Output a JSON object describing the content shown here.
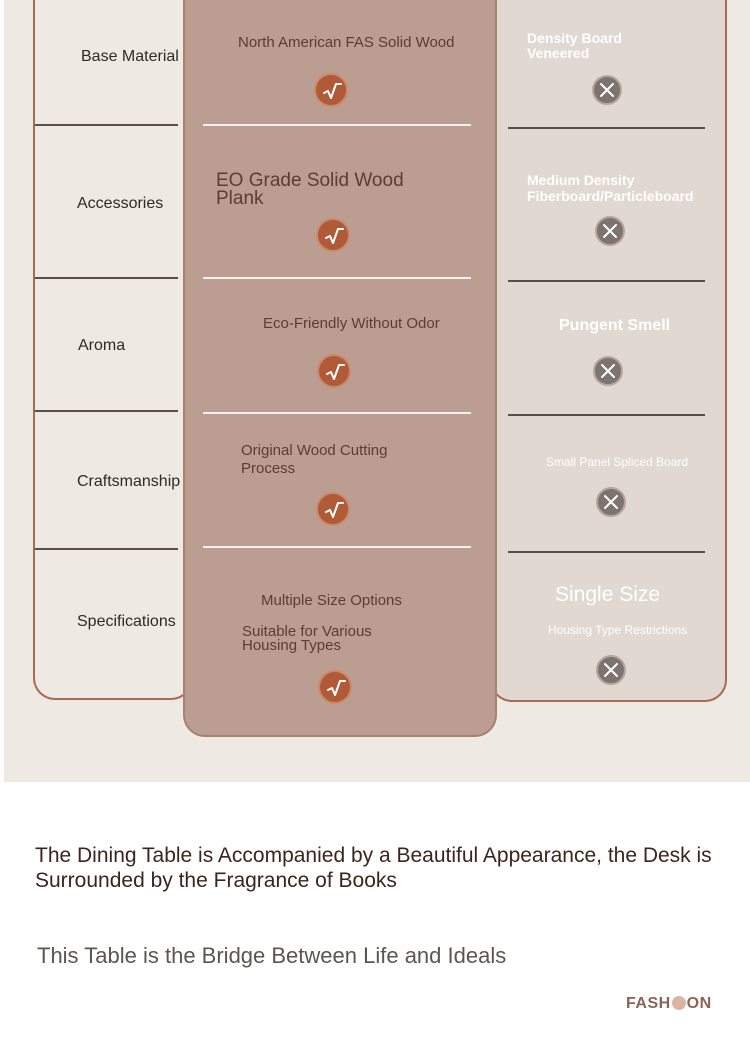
{
  "comparison": {
    "rows": [
      {
        "label": "Base Material",
        "ours": [
          "North American FAS Solid Wood"
        ],
        "theirs": [
          "Density Board",
          "Veneered"
        ]
      },
      {
        "label": "Accessories",
        "ours": [
          "EO Grade Solid Wood",
          "Plank"
        ],
        "theirs": [
          "Medium Density",
          "Fiberboard/Particleboard"
        ]
      },
      {
        "label": "Aroma",
        "ours": [
          "Eco-Friendly Without Odor"
        ],
        "theirs": [
          "Pungent Smell"
        ]
      },
      {
        "label": "Craftsmanship",
        "ours": [
          "Original Wood Cutting",
          "Process"
        ],
        "theirs": [
          "Small Panel Spliced Board"
        ]
      },
      {
        "label": "Specifications",
        "ours": [
          "Multiple Size Options",
          "Suitable for Various",
          "Housing Types"
        ],
        "theirs": [
          "Single Size",
          "Housing Type Restrictions"
        ]
      }
    ],
    "icons": {
      "ours": "checkmark-icon",
      "theirs": "close-icon"
    },
    "colors": {
      "panel": "#efe9e3",
      "middle_column": "#bb9d92",
      "check": "#b15a38",
      "cross": "#7d7472"
    }
  },
  "headline": {
    "line1": "The Dining Table is Accompanied by a Beautiful Appearance, the Desk is",
    "line2": "Surrounded by the Fragrance of Books"
  },
  "subheadline": "This Table is the Bridge Between Life and Ideals",
  "logo": {
    "part1": "FASH",
    "part2": "ON"
  }
}
